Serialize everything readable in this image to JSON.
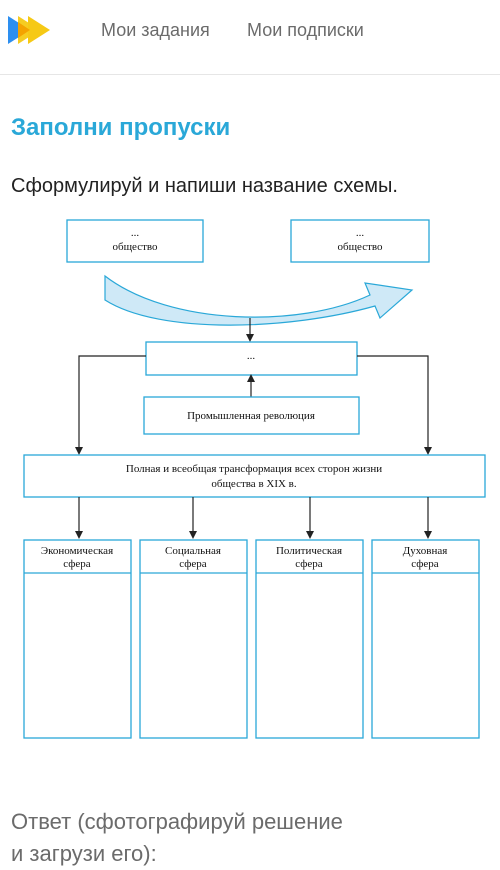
{
  "nav": {
    "links": [
      "Мои задания",
      "Мои подписки"
    ]
  },
  "colors": {
    "accent": "#2aa8d8",
    "logo_yellow": "#f6c915",
    "logo_blue": "#2d8ff0"
  },
  "task": {
    "title": "Заполни пропуски",
    "question": "Сформулируй и напиши название схемы."
  },
  "scheme": {
    "box_left": [
      "...",
      "общество"
    ],
    "box_right": [
      "...",
      "общество"
    ],
    "box_center": "...",
    "box_revolution": "Промышленная революция",
    "box_transform": [
      "Полная и всеобщая трансформация всех сторон жизни",
      "общества в XIX в."
    ],
    "spheres": [
      [
        "Экономическая",
        "сфера"
      ],
      [
        "Социальная",
        "сфера"
      ],
      [
        "Политическая",
        "сфера"
      ],
      [
        "Духовная",
        "сфера"
      ]
    ]
  },
  "answer": {
    "line1": "Ответ (сфотографируй решение",
    "line2": "и загрузи его):"
  }
}
